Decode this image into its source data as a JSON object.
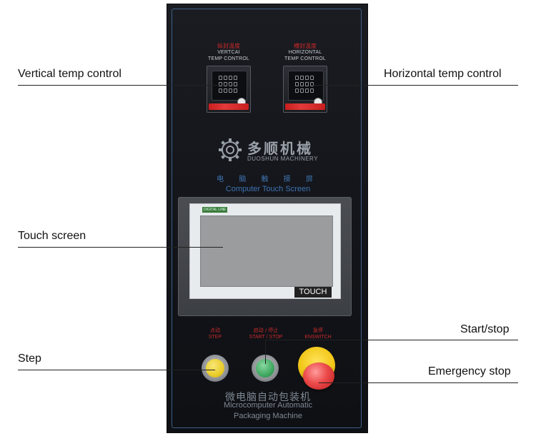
{
  "panel": {
    "vertical_control": {
      "label_cn": "纵封温度",
      "label_en_1": "VERTCAI",
      "label_en_2": "TEMP CONTROL"
    },
    "horizontal_control": {
      "label_cn": "横封温度",
      "label_en_1": "HORIZONTAL",
      "label_en_2": "TEMP CONTROL"
    },
    "brand": {
      "name_cn": "多顺机械",
      "name_en": "DUOSHUN MACHINERY"
    },
    "screen_title": {
      "cn": "电 脑 触 摸 屏",
      "en": "Computer Touch Screen"
    },
    "touch_screen": {
      "badge": "DIGITAL LINE",
      "brand": "TOUCH"
    },
    "buttons": {
      "step": {
        "cn": "点动",
        "en": "STEP"
      },
      "start_stop": {
        "cn": "启动 / 停止",
        "en": "START / STOP"
      },
      "estop": {
        "cn": "急停",
        "en": "ENSWITCH"
      }
    },
    "machine_name": {
      "cn": "微电脑自动包装机",
      "en_1": "Microcomputer Automatic",
      "en_2": "Packaging Machine"
    }
  },
  "callouts": {
    "vertical_temp": "Vertical temp control",
    "horizontal_temp": "Horizontal temp control",
    "touch_screen": "Touch screen",
    "start_stop": "Start/stop",
    "step": "Step",
    "emergency_stop": "Emergency stop"
  },
  "colors": {
    "panel_bg": "#14161b",
    "frame_blue": "#3d5f86",
    "label_red": "#cc2a2a",
    "text_blue": "#3e73b0",
    "step_yellow": "#e9cc2a",
    "start_green": "#3fa860",
    "estop_red": "#ec4a4a"
  }
}
